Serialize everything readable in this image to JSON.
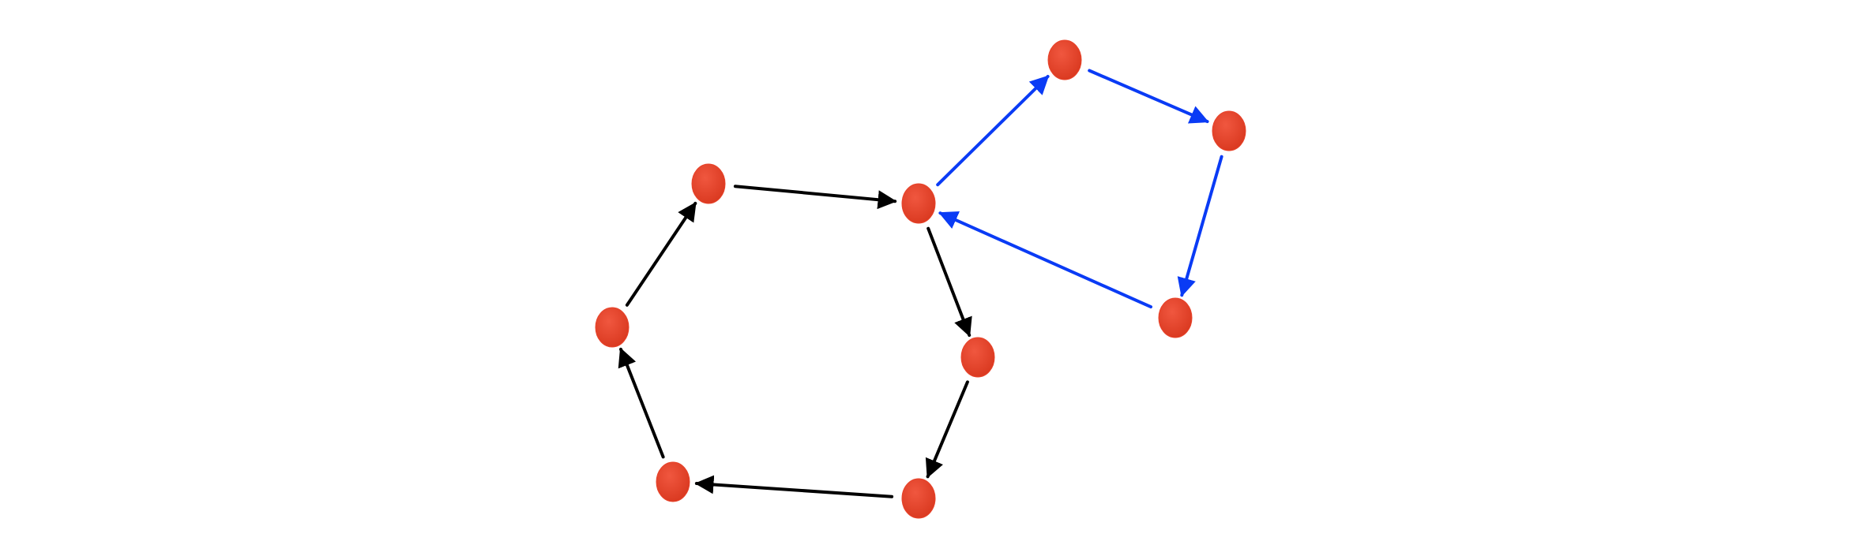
{
  "diagram": {
    "type": "directed-graph",
    "node_color": "#E8432A",
    "colors": {
      "black_cycle": "#000000",
      "blue_cycle": "#0A3BF5"
    },
    "nodes": [
      "hub",
      "black-top-left",
      "black-left",
      "black-bottom-left",
      "black-bottom-right",
      "black-right",
      "blue-top",
      "blue-right",
      "blue-bottom"
    ],
    "edges": [
      {
        "from": "hub",
        "to": "black-right",
        "cycle": "black"
      },
      {
        "from": "black-right",
        "to": "black-bottom-right",
        "cycle": "black"
      },
      {
        "from": "black-bottom-right",
        "to": "black-bottom-left",
        "cycle": "black"
      },
      {
        "from": "black-bottom-left",
        "to": "black-left",
        "cycle": "black"
      },
      {
        "from": "black-left",
        "to": "black-top-left",
        "cycle": "black"
      },
      {
        "from": "black-top-left",
        "to": "hub",
        "cycle": "black"
      },
      {
        "from": "hub",
        "to": "blue-top",
        "cycle": "blue"
      },
      {
        "from": "blue-top",
        "to": "blue-right",
        "cycle": "blue"
      },
      {
        "from": "blue-right",
        "to": "blue-bottom",
        "cycle": "blue"
      },
      {
        "from": "blue-bottom",
        "to": "hub",
        "cycle": "blue"
      }
    ]
  }
}
